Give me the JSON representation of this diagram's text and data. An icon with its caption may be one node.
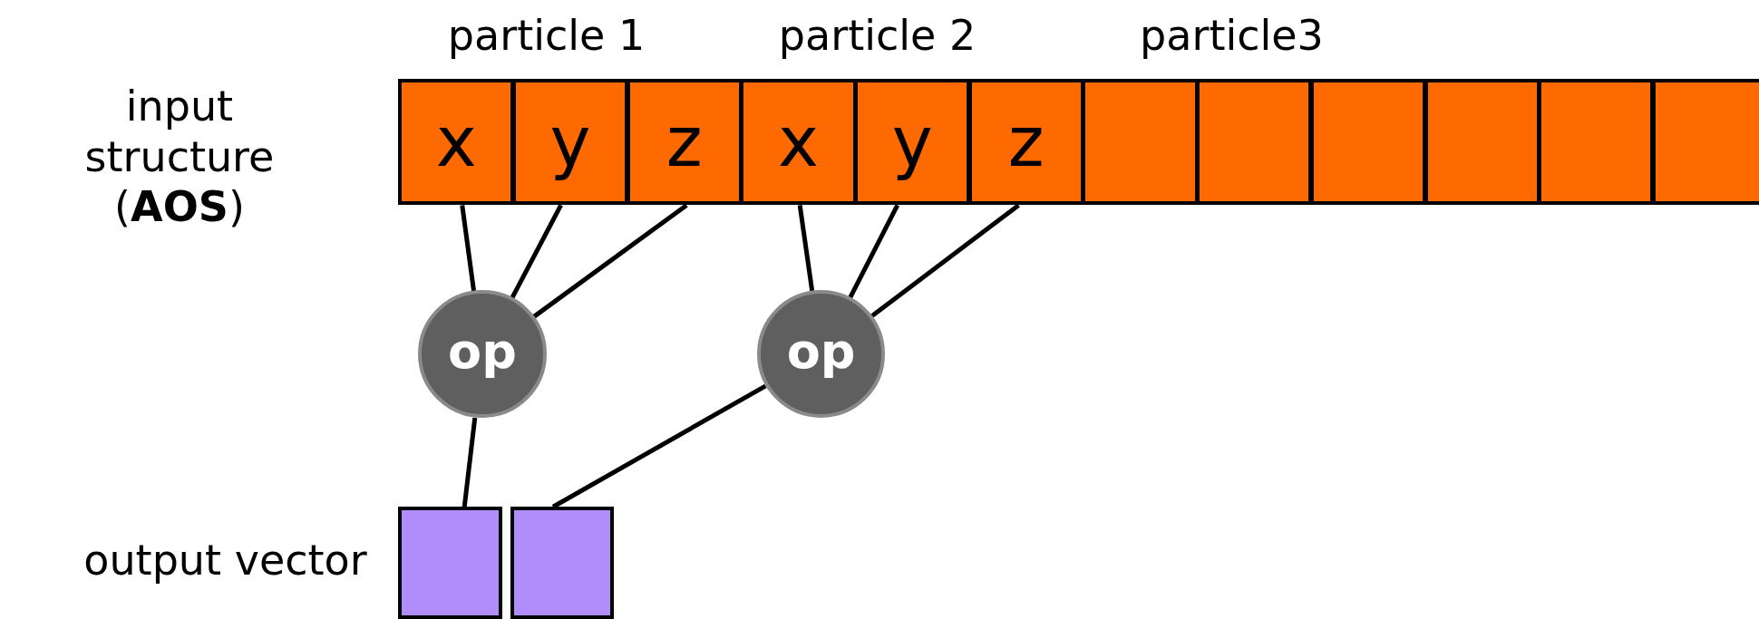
{
  "diagram": {
    "nodes": [
      {
        "text": [
          "x"
        ]
      },
      {
        "text": [
          "y"
        ]
      },
      {
        "text": [
          "z"
        ]
      },
      {
        "text": [
          "x"
        ]
      },
      {
        "text": [
          "y"
        ]
      },
      {
        "text": [
          "z"
        ]
      },
      {
        "text": [],
        "shape": "box"
      },
      {
        "text": [],
        "shape": "box"
      },
      {
        "text": [],
        "shape": "box"
      },
      {
        "text": [],
        "shape": "box"
      },
      {
        "text": [],
        "shape": "box"
      },
      {
        "text": [],
        "shape": "box"
      },
      {
        "text": [
          "op"
        ]
      },
      {
        "text": [
          "op"
        ]
      },
      {
        "text": [],
        "shape": "box"
      },
      {
        "text": [],
        "shape": "box"
      }
    ],
    "edges": [
      {
        "from": 0,
        "to": 12,
        "arrow": "none"
      },
      {
        "from": 1,
        "to": 12,
        "arrow": "none"
      },
      {
        "from": 2,
        "to": 12,
        "arrow": "none"
      },
      {
        "from": 3,
        "to": 13,
        "arrow": "none"
      },
      {
        "from": 4,
        "to": 13,
        "arrow": "none"
      },
      {
        "from": 5,
        "to": 13,
        "arrow": "none"
      },
      {
        "from": 12,
        "to": 14,
        "arrow": "none"
      },
      {
        "from": 13,
        "to": 15,
        "arrow": "none"
      }
    ],
    "labels": [
      "particle 1",
      "particle 2",
      "particle3",
      "input structure (**AOS**)",
      "output vector"
    ]
  }
}
